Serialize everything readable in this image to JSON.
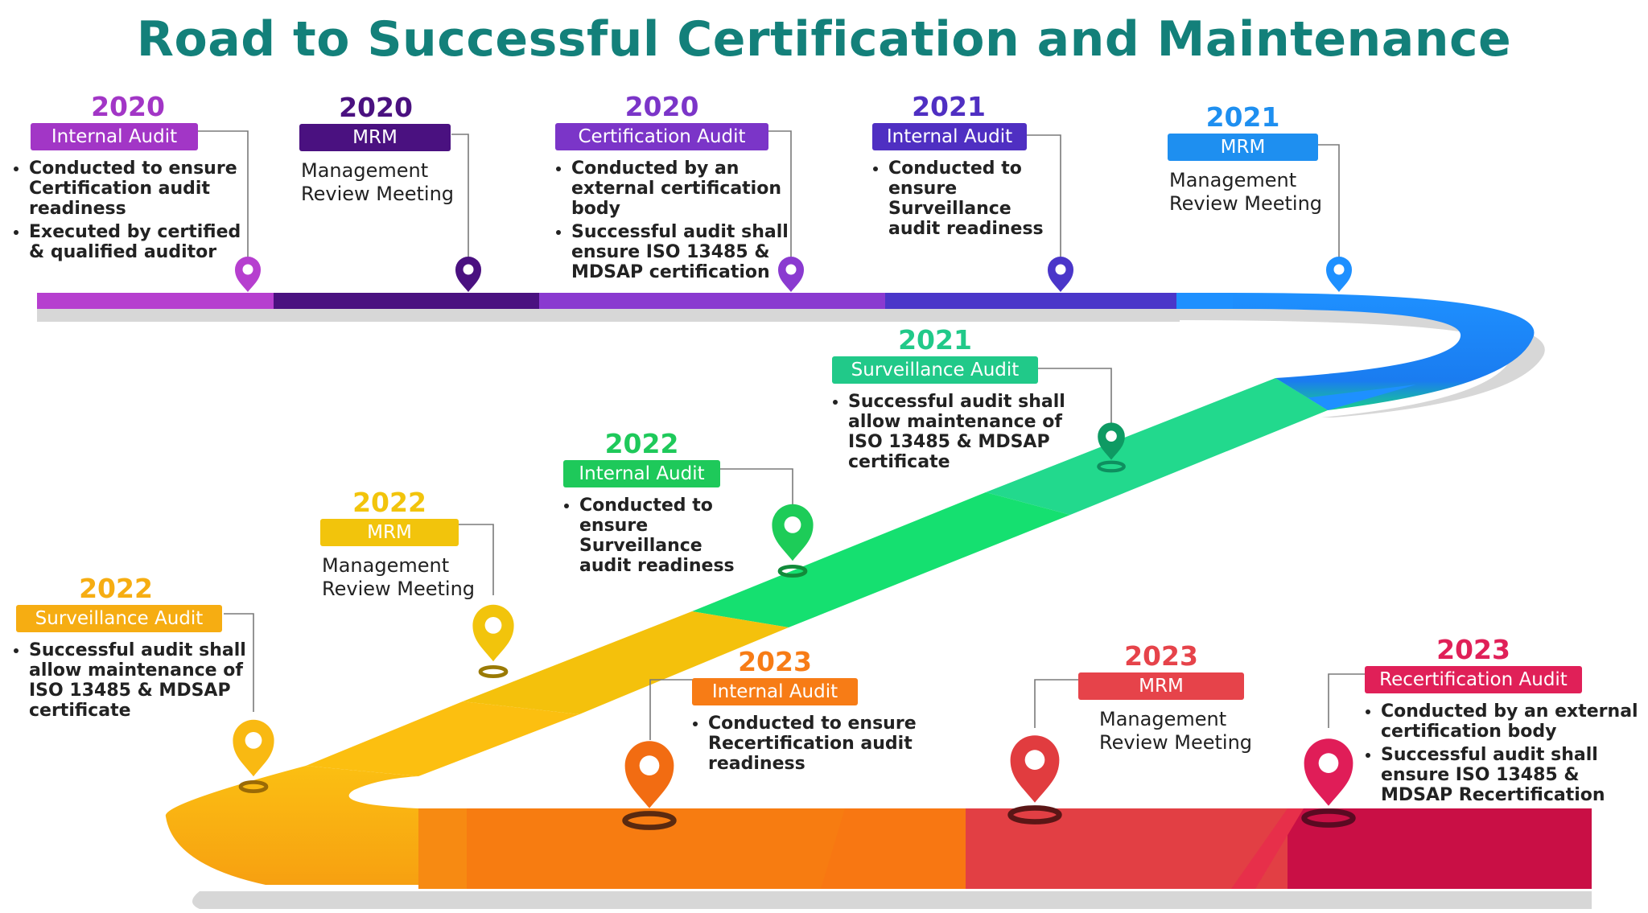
{
  "title": "Road to Successful Certification and Maintenance",
  "colors": {
    "title": "#13807a",
    "road_2020": "#8e2ab5",
    "road_2021": "#1e90ff",
    "road_2021_green": "#18cf8a",
    "road_2022": "#f8c20e",
    "road_2023_orange": "#f77c11",
    "road_2023_red": "#e23f44",
    "road_2023_crimson": "#c90f45"
  },
  "milestones": [
    {
      "year": "2020",
      "label": "Internal Audit",
      "color": "#a236c6",
      "bullets": [
        "Conducted to ensure Certification audit readiness",
        "Executed by certified & qualified auditor"
      ]
    },
    {
      "year": "2020",
      "label": "MRM",
      "color": "#4a1180",
      "text": "Management Review Meeting"
    },
    {
      "year": "2020",
      "label": "Certification Audit",
      "color": "#7b35c8",
      "bullets": [
        "Conducted by an external certification body",
        "Successful audit shall ensure ISO 13485 & MDSAP certification"
      ]
    },
    {
      "year": "2021",
      "label": "Internal Audit",
      "color": "#4f2fc2",
      "bullets": [
        "Conducted to ensure Surveillance audit readiness"
      ]
    },
    {
      "year": "2021",
      "label": "MRM",
      "color": "#1e8ff0",
      "text": "Management Review Meeting"
    },
    {
      "year": "2021",
      "label": "Surveillance Audit",
      "color": "#21c989",
      "bullets": [
        "Successful audit shall allow maintenance of ISO 13485 & MDSAP certificate"
      ]
    },
    {
      "year": "2022",
      "label": "Internal Audit",
      "color": "#1ec95a",
      "bullets": [
        "Conducted to ensure Surveillance audit readiness"
      ]
    },
    {
      "year": "2022",
      "label": "MRM",
      "color": "#f2c40c",
      "text": "Management Review Meeting"
    },
    {
      "year": "2022",
      "label": "Surveillance Audit",
      "color": "#f6ad12",
      "bullets": [
        "Successful audit shall allow maintenance of ISO 13485 & MDSAP certificate"
      ]
    },
    {
      "year": "2023",
      "label": "Internal Audit",
      "color": "#f77c16",
      "bullets": [
        "Conducted to ensure Recertification audit readiness"
      ]
    },
    {
      "year": "2023",
      "label": "MRM",
      "color": "#e6434a",
      "text": "Management Review Meeting"
    },
    {
      "year": "2023",
      "label": "Recertification Audit",
      "color": "#e02058",
      "bullets": [
        "Conducted by an external certification body",
        "Successful audit shall ensure ISO 13485 & MDSAP Recertification"
      ]
    }
  ]
}
